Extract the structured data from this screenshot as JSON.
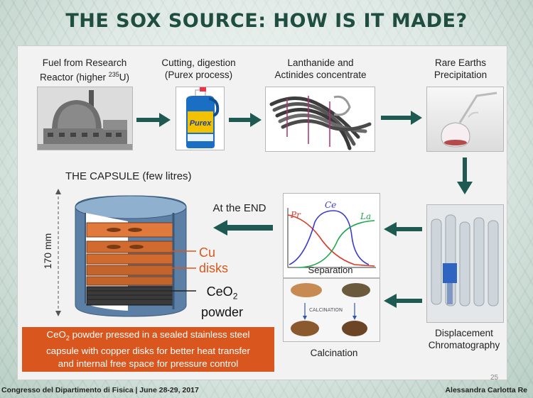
{
  "title": "THE SOX SOURCE: HOW IS IT MADE?",
  "steps": {
    "fuel": {
      "line1": "Fuel from Research",
      "line2_pre": "Reactor (higher ",
      "line2_sup": "235",
      "line2_post": "U)"
    },
    "cutting": {
      "line1": "Cutting, digestion",
      "line2": "(Purex process)"
    },
    "lanthanide": {
      "line1": "Lanthanide and",
      "line2": "Actinides concentrate"
    },
    "rare_earths": {
      "line1": "Rare Earths",
      "line2": "Precipitation"
    },
    "displacement": {
      "line1": "Displacement",
      "line2": "Chromatography"
    },
    "separation": "Separation",
    "calcination": "Calcination",
    "at_the_end": "At the END"
  },
  "bottle_label": "Purex",
  "separation_curves": {
    "pr": "Pr",
    "ce": "Ce",
    "la": "La"
  },
  "calcination_note": "CALCINATION",
  "capsule": {
    "title": "THE CAPSULE (few litres)",
    "height_label": "170 mm",
    "cu_line1": "Cu",
    "cu_line2": "disks",
    "ceo2_line1": "CeO",
    "ceo2_sub": "2",
    "ceo2_line2": "powder"
  },
  "note": {
    "line1_pre": "CeO",
    "line1_sub": "2",
    "line1_post": " powder pressed in a sealed stainless steel",
    "line2": "capsule with copper disks for better heat transfer",
    "line3": "and internal free space for pressure control"
  },
  "page_number": "25",
  "footer_left": "Congresso del Dipartimento di Fisica | June 28-29, 2017",
  "footer_right": "Alessandra Carlotta Re",
  "colors": {
    "title": "#1f4d40",
    "arrow": "#1e5a52",
    "orange": "#d9571f",
    "pr_curve": "#d93a2a",
    "ce_curve": "#3b3bd1",
    "la_curve": "#1aa84a"
  }
}
